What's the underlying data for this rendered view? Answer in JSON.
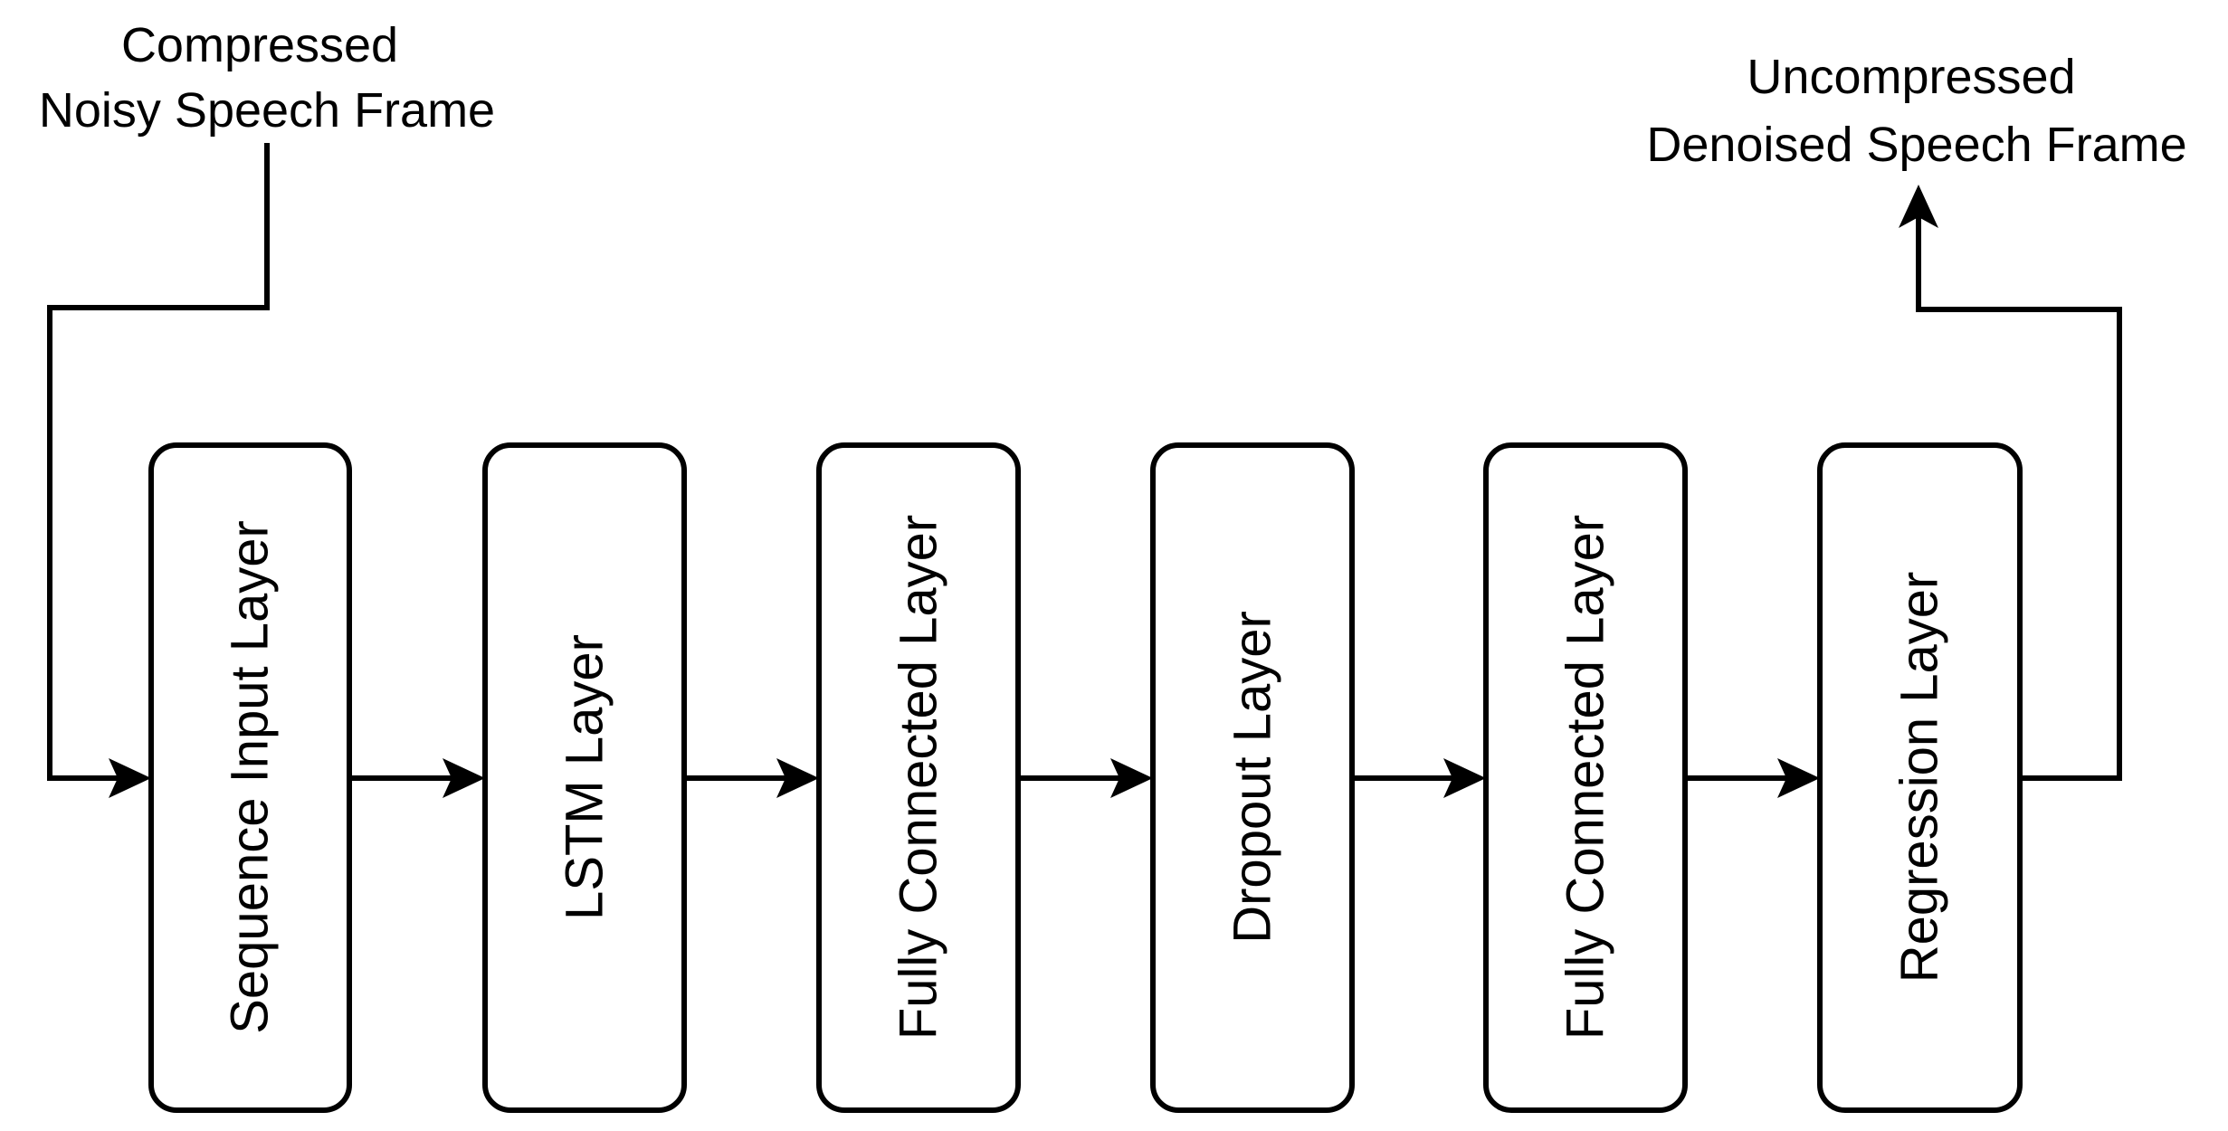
{
  "input_label": {
    "line1": "Compressed",
    "line2": "Noisy Speech Frame"
  },
  "output_label": {
    "line1": "Uncompressed",
    "line2": "Denoised Speech Frame"
  },
  "layers": [
    {
      "label": "Sequence Input Layer"
    },
    {
      "label": "LSTM Layer"
    },
    {
      "label": "Fully Connected Layer"
    },
    {
      "label": "Dropout Layer"
    },
    {
      "label": "Fully Connected Layer"
    },
    {
      "label": "Regression Layer"
    }
  ],
  "colors": {
    "stroke": "#000000",
    "fill": "#ffffff"
  }
}
